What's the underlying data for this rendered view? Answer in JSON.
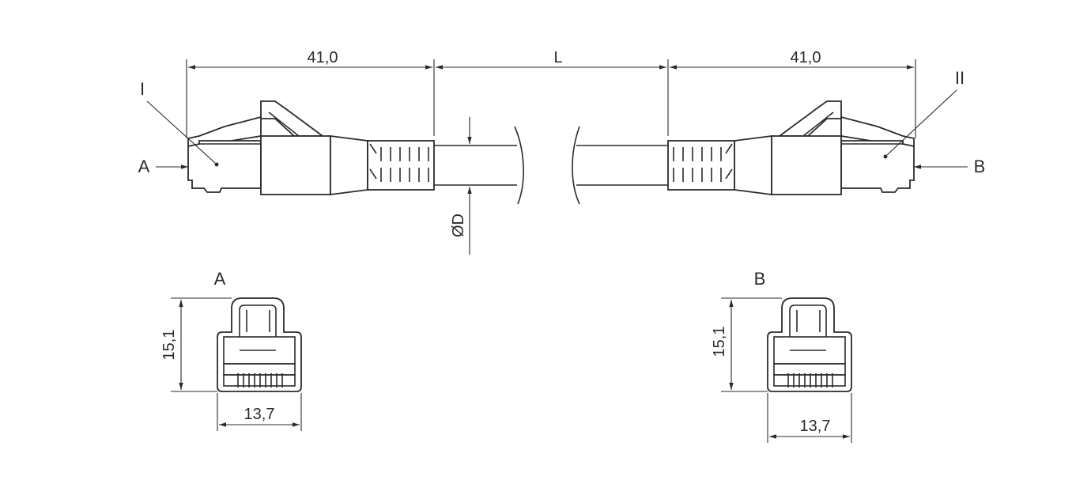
{
  "dimensions": {
    "left_length": "41,0",
    "cable_length": "L",
    "right_length": "41,0",
    "diameter": "ØD",
    "view_a_height": "15,1",
    "view_a_width": "13,7",
    "view_b_height": "15,1",
    "view_b_width": "13,7"
  },
  "labels": {
    "connector_1": "I",
    "connector_2": "II",
    "arrow_a": "A",
    "arrow_b": "B",
    "view_a": "A",
    "view_b": "B"
  },
  "colors": {
    "line": "#2b2b2b",
    "background": "#ffffff"
  }
}
